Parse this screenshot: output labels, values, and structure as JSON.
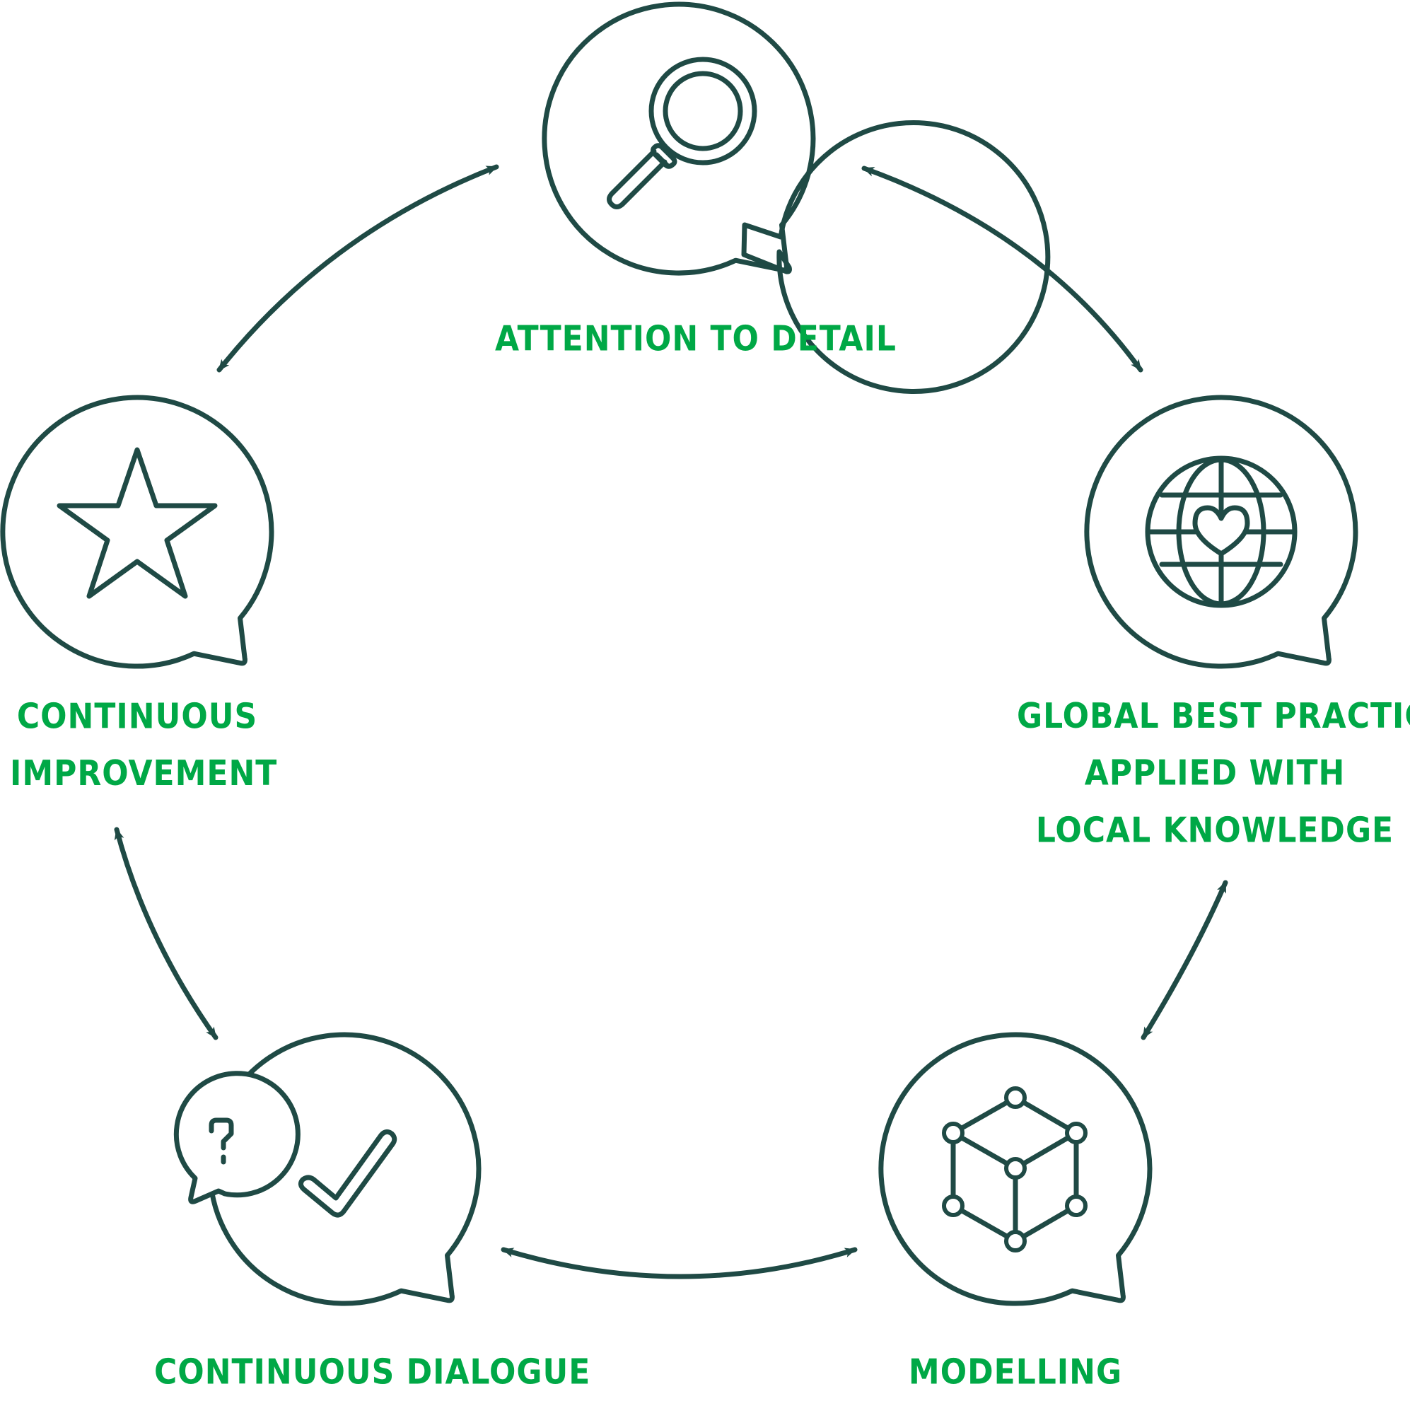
{
  "colors": {
    "stroke": "#1f4a45",
    "label": "#00a846",
    "background": "#ffffff"
  },
  "nodes": [
    {
      "id": "attention",
      "icon": "magnifying-glass-icon",
      "label_lines": [
        "ATTENTION TO DETAIL"
      ]
    },
    {
      "id": "global",
      "icon": "globe-heart-icon",
      "label_lines": [
        "GLOBAL BEST PRACTICE",
        "APPLIED WITH",
        "LOCAL KNOWLEDGE"
      ]
    },
    {
      "id": "modelling",
      "icon": "cube-network-icon",
      "label_lines": [
        "MODELLING"
      ]
    },
    {
      "id": "dialogue",
      "icon": "question-check-chat-icon",
      "label_lines": [
        "CONTINUOUS DIALOGUE"
      ]
    },
    {
      "id": "improvement",
      "icon": "star-icon",
      "label_lines": [
        "CONTINUOUS",
        "IMPROVEMENT"
      ]
    }
  ],
  "connections": [
    {
      "from": "attention",
      "to": "global",
      "type": "double-arrow"
    },
    {
      "from": "global",
      "to": "modelling",
      "type": "double-arrow"
    },
    {
      "from": "modelling",
      "to": "dialogue",
      "type": "double-arrow"
    },
    {
      "from": "dialogue",
      "to": "improvement",
      "type": "double-arrow"
    },
    {
      "from": "improvement",
      "to": "attention",
      "type": "double-arrow"
    }
  ]
}
